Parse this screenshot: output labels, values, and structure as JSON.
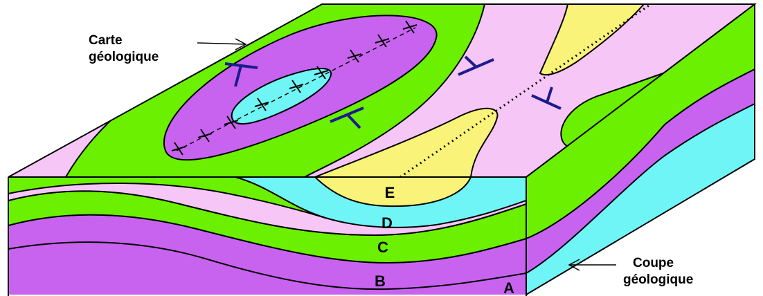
{
  "captions": {
    "map": [
      "Carte",
      "géologique"
    ],
    "section": [
      "Coupe",
      "géologique"
    ]
  },
  "layers": [
    {
      "label": "A",
      "color": "#6ff5f5"
    },
    {
      "label": "B",
      "color": "#c763ef"
    },
    {
      "label": "C",
      "color": "#6af000"
    },
    {
      "label": "D",
      "color": "#f6c6f6"
    },
    {
      "label": "E",
      "color": "#f9f37a"
    }
  ],
  "colors": {
    "outline": "#000000",
    "dip_symbol": "#1c1c8c"
  },
  "symbols": {
    "anticline_axis": "cross-marked-axis-line",
    "syncline_axis": "dotted-axis-line",
    "dip": "t-shaped-dip-symbol"
  }
}
